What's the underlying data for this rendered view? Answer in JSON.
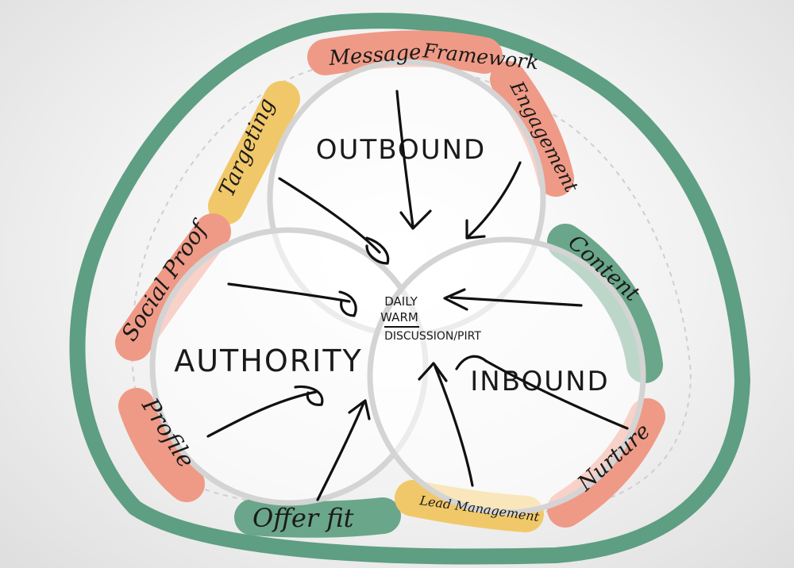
{
  "colors": {
    "frame_green": "#5e9e83",
    "highlight_salmon": "#ef9a86",
    "highlight_yellow": "#f1c869",
    "highlight_green": "#6aa68a",
    "ring_gray": "#d4d4d4",
    "ink": "#111111"
  },
  "circles": {
    "outbound": "OUTBOUND",
    "authority": "AUTHORITY",
    "inbound": "INBOUND"
  },
  "center": {
    "line1": "DAILY",
    "line2": "WARM",
    "line3": "DISCUSSION/PIRT"
  },
  "labels": {
    "message": "Message",
    "framework": "Framework",
    "engagement": "Engagement",
    "targeting": "Targeting",
    "social_proof": "Social Proof",
    "content": "Content",
    "profile": "Profile",
    "offer_fit": "Offer fit",
    "lead_management": "Lead Management",
    "nurture": "Nurture"
  }
}
